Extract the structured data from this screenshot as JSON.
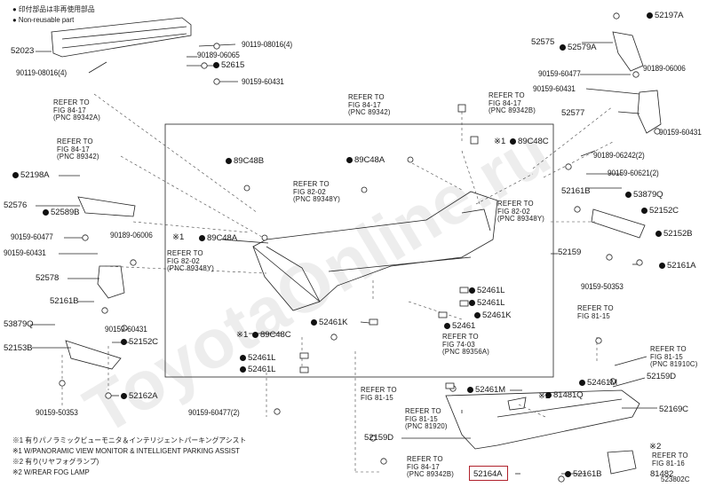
{
  "legend": {
    "new_part": "● 印付部品は非再使用部品",
    "non_reusable": "● Non-reusable part"
  },
  "footnotes": [
    "※1 有りパノラミックビューモニタ＆インテリジェントパーキングアシスト",
    "※1 W/PANORAMIC VIEW MONITOR & INTELLIGENT PARKING ASSIST",
    "※2 有り(リヤフォグランプ)",
    "※2 W/REAR FOG LAMP"
  ],
  "labels": {
    "p52023": "52023",
    "p90119_08016_4": "90119-08016(4)",
    "p90189_06065": "90189-06065",
    "p52615": "52615",
    "p90119_08016_4b": "90119-08016(4)",
    "p90159_60431": "90159-60431",
    "p52197A": "52197A",
    "p52575": "52575",
    "p52579A": "52579A",
    "p90159_60477": "90159-60477",
    "p90189_06006": "90189-06006",
    "p90159_60431b": "90159-60431",
    "p52577": "52577",
    "p90159_60431c": "90159-60431",
    "p89C48C_top": "89C48C",
    "p90189_06242": "90189-06242(2)",
    "p90159_60621": "90159-60621(2)",
    "p52161B_r": "52161B",
    "p53879Q_r": "53879Q",
    "p52152C_r": "52152C",
    "p52152B": "52152B",
    "p52159": "52159",
    "p52161A": "52161A",
    "p90159_50353_r": "90159-50353",
    "p89C48B": "89C48B",
    "p89C48A_1": "89C48A",
    "p89C48A_2": "89C48A",
    "p52198A": "52198A",
    "p52576": "52576",
    "p52589B": "52589B",
    "p90159_60477_l": "90159-60477",
    "p90189_06006_l": "90189-06006",
    "p90159_60431_l": "90159-60431",
    "p52578": "52578",
    "p52161B_l": "52161B",
    "p90159_60431_l2": "90159-60431",
    "p53879Q_l": "53879Q",
    "p52152C_l": "52152C",
    "p52153B": "52153B",
    "p52162A": "52162A",
    "p90159_50353_l": "90159-50353",
    "p52461L_1": "52461L",
    "p52461L_2": "52461L",
    "p52461L_3": "52461L",
    "p52461L_4": "52461L",
    "p52461K_1": "52461K",
    "p52461K_2": "52461K",
    "p52461": "52461",
    "p89C48C_mid": "89C48C",
    "p90159_60477_2": "90159-60477(2)",
    "p52461M_1": "52461M",
    "p52461M_2": "52461M",
    "p81481Q": "81481Q",
    "p52159D_1": "52159D",
    "p52159D_2": "52159D",
    "p52169C": "52169C",
    "p52164A": "52164A",
    "p52161B_b": "52161B",
    "p81482": "81482",
    "code": "523802C",
    "mark1": "※1",
    "mark2": "※2"
  },
  "refs": {
    "r1": "REFER TO\nFIG 84-17\n(PNC 89342A)",
    "r2": "REFER TO\nFIG 84-17\n(PNC 89342)",
    "r3": "REFER TO\nFIG 84-17\n(PNC 89342)",
    "r4": "REFER TO\nFIG 84-17\n(PNC 89342B)",
    "r5": "REFER TO\nFIG 82-02\n(PNC 89348Y)",
    "r6": "REFER TO\nFIG 82-02\n(PNC 89348Y)",
    "r7": "REFER TO\nFIG 82-02\n(PNC 89348Y)",
    "r8": "REFER TO\nFIG 74-03\n(PNC 89356A)",
    "r9": "REFER TO\nFIG 81-15",
    "r10": "REFER TO\nFIG 81-15\n(PNC 81910C)",
    "r11": "REFER TO\nFIG 81-15",
    "r12": "REFER TO\nFIG 81-15\n(PNC 81920)",
    "r13": "REFER TO\nFIG 84-17\n(PNC 89342B)",
    "r14": "REFER TO\nFIG 81-16"
  },
  "watermark": "ToyotaOnline.ru",
  "colors": {
    "ink": "#1a1a1a",
    "highlight": "#b0222c",
    "watermark": "#969696"
  }
}
